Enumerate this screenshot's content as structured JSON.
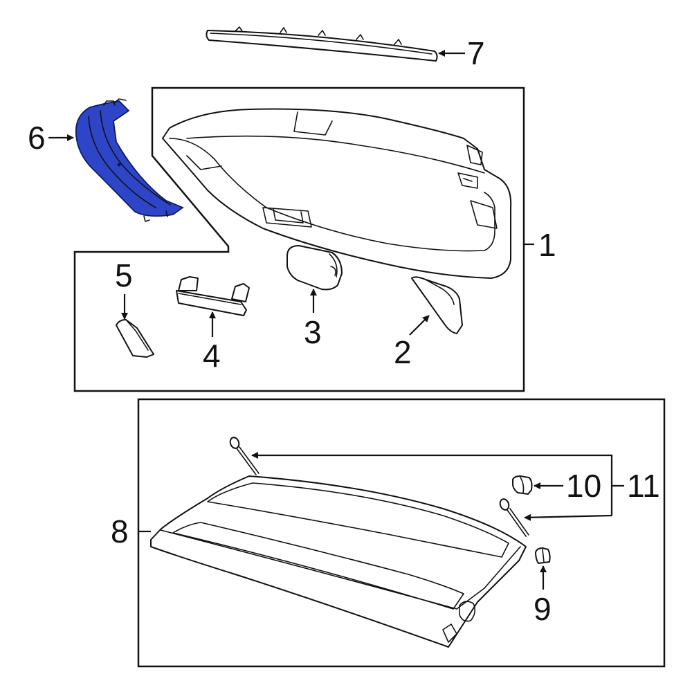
{
  "callouts": {
    "c1": "1",
    "c2": "2",
    "c3": "3",
    "c4": "4",
    "c5": "5",
    "c6": "6",
    "c7": "7",
    "c8": "8",
    "c9": "9",
    "c10": "10",
    "c11": "11"
  },
  "highlight": {
    "part": "6",
    "color": "#2E45C8"
  },
  "colors": {
    "line": "#111111",
    "background": "#ffffff"
  }
}
